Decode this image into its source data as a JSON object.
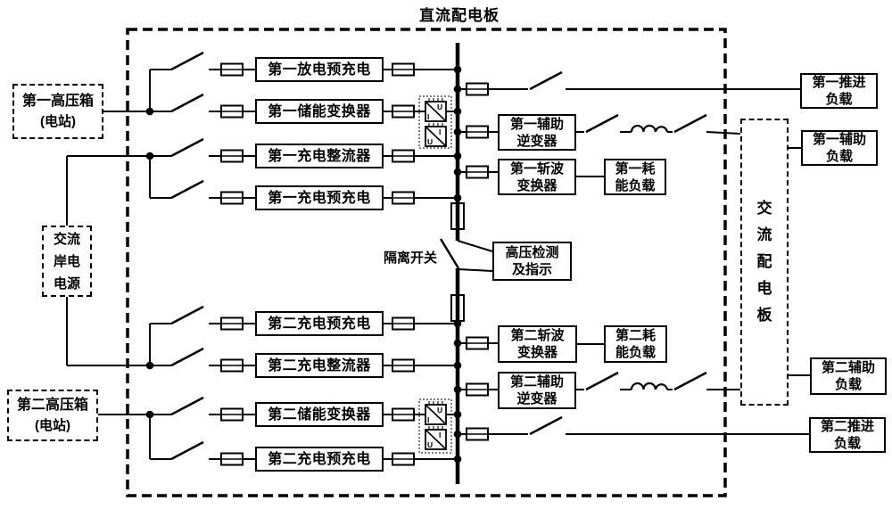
{
  "diagram": {
    "title": "直流配电板",
    "sources": {
      "hv1_line1": "第一高压箱",
      "hv1_line2": "(电站)",
      "shore": "交流岸电电源",
      "hv2_line1": "第二高压箱",
      "hv2_line2": "(电站)"
    },
    "feeders": {
      "f1": "第一放电预充电",
      "f2": "第一储能变换器",
      "f3": "第一充电整流器",
      "f4": "第一充电预充电",
      "f5": "第二充电预充电",
      "f6": "第二充电整流器",
      "f7": "第二储能变换器",
      "f8": "第二充电预充电"
    },
    "center": {
      "isolator": "隔离开关",
      "hv_detect_l1": "高压检测",
      "hv_detect_l2": "及指示"
    },
    "right": {
      "aux_inv1_l1": "第一辅助",
      "aux_inv1_l2": "逆变器",
      "chopper1_l1": "第一斩波",
      "chopper1_l2": "变换器",
      "brake1_l1": "第一耗",
      "brake1_l2": "能负载",
      "chopper2_l1": "第二斩波",
      "chopper2_l2": "变换器",
      "brake2_l1": "第二耗",
      "brake2_l2": "能负载",
      "aux_inv2_l1": "第二辅助",
      "aux_inv2_l2": "逆变器",
      "ac_panel": "交流配电板",
      "prop_load1_l1": "第一推进",
      "prop_load1_l2": "负载",
      "aux_load1_l1": "第一辅助",
      "aux_load1_l2": "负载",
      "aux_load2_l1": "第二辅助",
      "aux_load2_l2": "负载",
      "prop_load2_l1": "第二推进",
      "prop_load2_l2": "负载"
    },
    "symbols": {
      "current": "I",
      "voltage": "U"
    }
  }
}
